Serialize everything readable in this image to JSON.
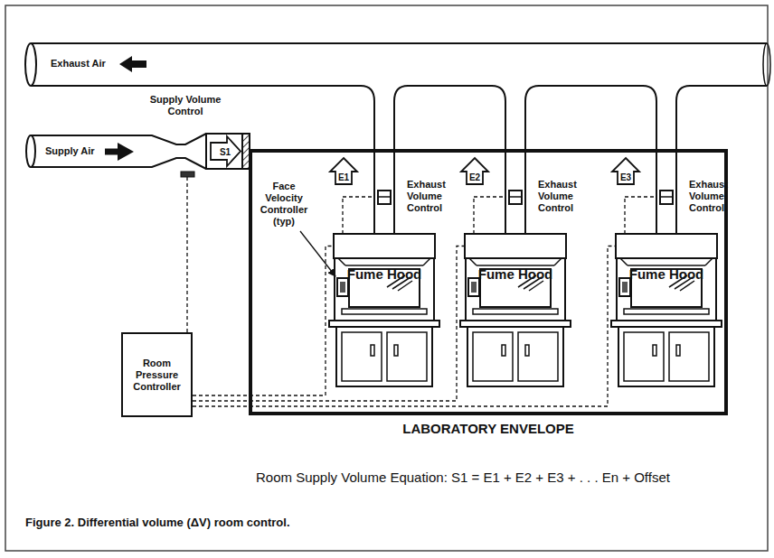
{
  "diagram": {
    "caption": "Figure 2. Differential volume (ΔV) room control.",
    "nodes": [
      {
        "text": [
          "LABORATORY ENVELOPE"
        ]
      },
      {
        "text": [
          "Fume Hood"
        ],
        "in": 0
      },
      {
        "text": [
          "Fume Hood"
        ],
        "in": 0
      },
      {
        "text": [
          "Fume Hood"
        ],
        "in": 0
      },
      {
        "text": [
          "Room Pressure Controller"
        ]
      }
    ],
    "edges": [
      {
        "from": 4,
        "to": 1,
        "arrow": "none"
      },
      {
        "from": 4,
        "to": 2,
        "arrow": "none"
      },
      {
        "from": 4,
        "to": 3,
        "arrow": "none"
      }
    ],
    "labels": [
      "Exhaust Air",
      "Supply Air",
      "Supply Volume Control",
      "S1",
      "E1",
      "E2",
      "E3",
      "Exhaust Volume Control",
      "Exhaust Volume Control",
      "Exhaust Volume Control",
      "Face Velocity Controller (typ)",
      "Room Supply Volume Equation: S1 = E1 + E2 + E3 + . . . En + Offset"
    ]
  }
}
